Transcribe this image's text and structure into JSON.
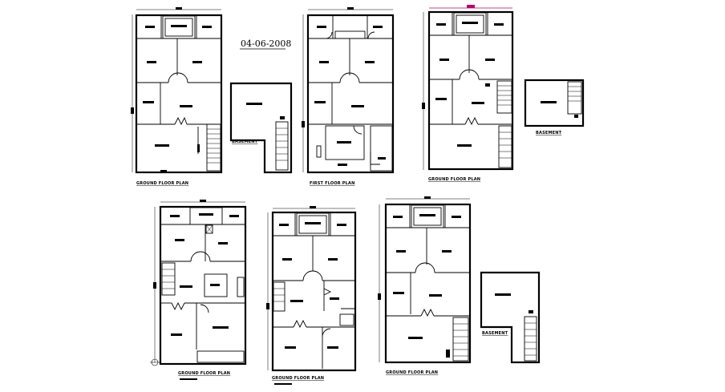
{
  "date": "04-06-2008",
  "labels": {
    "plan1": "GROUND FLOOR PLAN",
    "plan2": "FIRST FLOOR PLAN",
    "plan3": "GROUND FLOOR PLAN",
    "plan4": "GROUND FLOOR PLAN",
    "plan5": "GROUND FLOOR PLAN",
    "plan6": "GROUND FLOOR PLAN",
    "basement1": "BASEMENT",
    "basement2": "BASEMENT",
    "basement3": "BASEMENT"
  },
  "colors": {
    "lines": "#000000",
    "dimension_accent": "#c0006a",
    "background": "#ffffff"
  }
}
